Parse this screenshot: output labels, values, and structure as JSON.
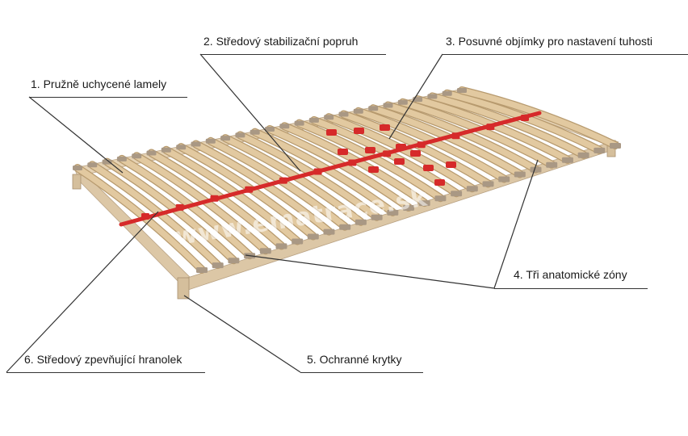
{
  "annotations": [
    {
      "id": "1",
      "text": "1. Pružně uchycené lamely"
    },
    {
      "id": "2",
      "text": "2. Středový stabilizační  popruh"
    },
    {
      "id": "3",
      "text": "3. Posuvné objímky pro nastavení tuhosti"
    },
    {
      "id": "4",
      "text": "4. Tři anatomické zóny"
    },
    {
      "id": "5",
      "text": "5. Ochranné krytky"
    },
    {
      "id": "6",
      "text": "6. Středový zpevňující hranolek"
    }
  ],
  "watermark": "www.ematrace.sk",
  "colors": {
    "slat": "#e2c9a0",
    "frame": "#dcc7a6",
    "strap": "#d62a2a",
    "cap": "#a99884",
    "leader": "#333333"
  }
}
